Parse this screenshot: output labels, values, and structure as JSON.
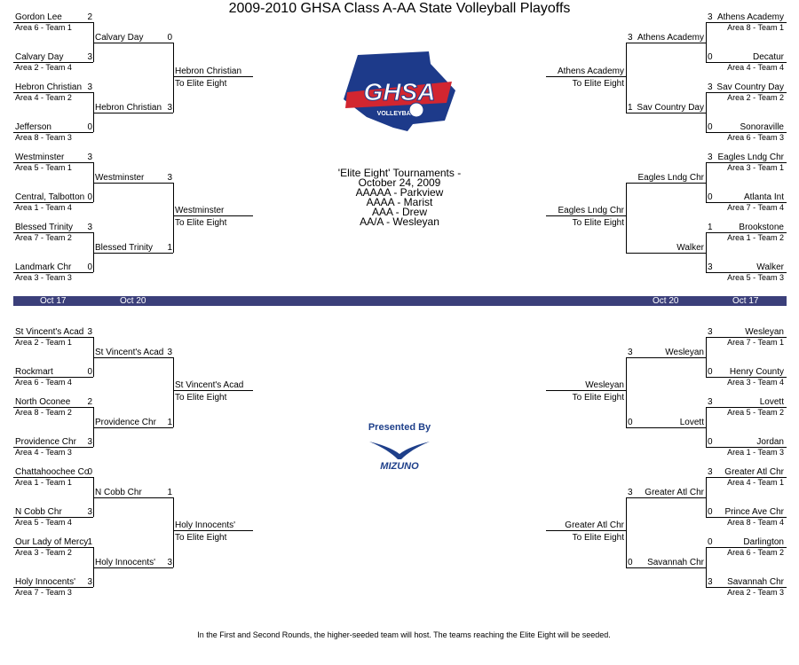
{
  "title": "2009-2010 GHSA Class A-AA State Volleyball Playoffs",
  "logo": {
    "text": "GHSA",
    "subtext": "VOLLEYBALL",
    "color": "#1d3a8a",
    "accent": "#d22630"
  },
  "elite_info": [
    "'Elite Eight' Tournaments -",
    "October 24, 2009",
    "AAAAA - Parkview",
    "AAAA - Marist",
    "AAA - Drew",
    "AA/A - Wesleyan"
  ],
  "presented_by": "Presented By",
  "sponsor": "MIZUNO",
  "dates": {
    "left_r1": "Oct 17",
    "left_r2": "Oct 20",
    "right_r2": "Oct 20",
    "right_r1": "Oct 17"
  },
  "footer": "In the First and Second Rounds, the higher-seeded team will host.  The teams reaching the Elite Eight will be seeded.",
  "to_elite": "To Elite Eight",
  "left_r1": [
    {
      "name": "Gordon Lee",
      "score": "2",
      "seed": "Area 6 - Team 1"
    },
    {
      "name": "Calvary Day",
      "score": "3",
      "seed": "Area 2 - Team 4"
    },
    {
      "name": "Hebron Christian",
      "score": "3",
      "seed": "Area 4 - Team 2"
    },
    {
      "name": "Jefferson",
      "score": "0",
      "seed": "Area 8 - Team 3"
    },
    {
      "name": "Westminster",
      "score": "3",
      "seed": "Area 5 - Team 1"
    },
    {
      "name": "Central, Talbotton",
      "score": "0",
      "seed": "Area 1 - Team 4"
    },
    {
      "name": "Blessed Trinity",
      "score": "3",
      "seed": "Area 7 - Team 2"
    },
    {
      "name": "Landmark Chr",
      "score": "0",
      "seed": "Area 3 - Team 3"
    },
    {
      "name": "St Vincent's Acad",
      "score": "3",
      "seed": "Area 2 - Team 1"
    },
    {
      "name": "Rockmart",
      "score": "0",
      "seed": "Area 6 - Team 4"
    },
    {
      "name": "North Oconee",
      "score": "2",
      "seed": "Area 8 - Team 2"
    },
    {
      "name": "Providence Chr",
      "score": "3",
      "seed": "Area 4 - Team 3"
    },
    {
      "name": "Chattahoochee Co",
      "score": "0",
      "seed": "Area 1 - Team 1"
    },
    {
      "name": "N Cobb Chr",
      "score": "3",
      "seed": "Area 5 - Team 4"
    },
    {
      "name": "Our Lady of Mercy",
      "score": "1",
      "seed": "Area 3 - Team 2"
    },
    {
      "name": "Holy Innocents'",
      "score": "3",
      "seed": "Area 7 - Team 3"
    }
  ],
  "left_r2": [
    {
      "name": "Calvary Day",
      "score": "0"
    },
    {
      "name": "Hebron Christian",
      "score": "3"
    },
    {
      "name": "Westminster",
      "score": "3"
    },
    {
      "name": "Blessed Trinity",
      "score": "1"
    },
    {
      "name": "St Vincent's Acad",
      "score": "3"
    },
    {
      "name": "Providence Chr",
      "score": "1"
    },
    {
      "name": "N Cobb Chr",
      "score": "1"
    },
    {
      "name": "Holy Innocents'",
      "score": "3"
    }
  ],
  "left_winners": [
    "Hebron Christian",
    "Westminster",
    "St Vincent's Acad",
    "Holy Innocents'"
  ],
  "right_r1": [
    {
      "name": "Athens Academy",
      "score": "3",
      "seed": "Area 8 - Team 1"
    },
    {
      "name": "Decatur",
      "score": "0",
      "seed": "Area 4 - Team 4"
    },
    {
      "name": "Sav Country Day",
      "score": "3",
      "seed": "Area 2 - Team 2"
    },
    {
      "name": "Sonoraville",
      "score": "0",
      "seed": "Area 6 - Team 3"
    },
    {
      "name": "Eagles Lndg Chr",
      "score": "3",
      "seed": "Area 3 - Team 1"
    },
    {
      "name": "Atlanta Int",
      "score": "0",
      "seed": "Area 7 - Team 4"
    },
    {
      "name": "Brookstone",
      "score": "1",
      "seed": "Area 1 - Team 2"
    },
    {
      "name": "Walker",
      "score": "3",
      "seed": "Area 5 - Team 3"
    },
    {
      "name": "Wesleyan",
      "score": "3",
      "seed": "Area 7 - Team 1"
    },
    {
      "name": "Henry County",
      "score": "0",
      "seed": "Area 3 - Team 4"
    },
    {
      "name": "Lovett",
      "score": "3",
      "seed": "Area 5 - Team 2"
    },
    {
      "name": "Jordan",
      "score": "0",
      "seed": "Area 1 - Team 3"
    },
    {
      "name": "Greater Atl Chr",
      "score": "3",
      "seed": "Area 4 - Team 1"
    },
    {
      "name": "Prince Ave Chr",
      "score": "0",
      "seed": "Area 8 - Team 4"
    },
    {
      "name": "Darlington",
      "score": "0",
      "seed": "Area 6 - Team 2"
    },
    {
      "name": "Savannah Chr",
      "score": "3",
      "seed": "Area 2 - Team 3"
    }
  ],
  "right_r2": [
    {
      "name": "Athens Academy",
      "score": "3"
    },
    {
      "name": "Sav Country Day",
      "score": "1"
    },
    {
      "name": "Eagles Lndg Chr",
      "score": ""
    },
    {
      "name": "Walker",
      "score": ""
    },
    {
      "name": "Wesleyan",
      "score": "3"
    },
    {
      "name": "Lovett",
      "score": "0"
    },
    {
      "name": "Greater Atl Chr",
      "score": "3"
    },
    {
      "name": "Savannah Chr",
      "score": "0"
    }
  ],
  "right_winners": [
    "Athens Academy",
    "Eagles Lndg Chr",
    "Wesleyan",
    "Greater Atl Chr"
  ]
}
